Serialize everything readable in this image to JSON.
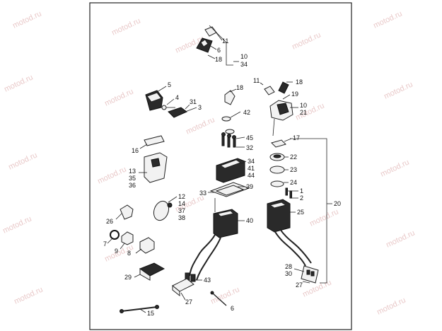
{
  "watermark": "motod.ru",
  "callouts": {
    "c11a": "11",
    "c6a": "6",
    "c18a": "18",
    "c10a": "10",
    "c34a": "34",
    "c5": "5",
    "c4": "4",
    "c31": "31",
    "c3": "3",
    "c11b": "11",
    "c18b": "18",
    "c18c": "18",
    "c19": "19",
    "c10b": "10",
    "c21": "21",
    "c42": "42",
    "c45": "45",
    "c32": "32",
    "c17": "17",
    "c16": "16",
    "c22": "22",
    "c23": "23",
    "c24": "24",
    "c1": "1",
    "c2": "2",
    "c25": "25",
    "c20": "20",
    "c34b": "34",
    "c41": "41",
    "c44": "44",
    "c13": "13",
    "c35": "35",
    "c36": "36",
    "c33": "33",
    "c39": "39",
    "c40": "40",
    "c12": "12",
    "c14": "14",
    "c37": "37",
    "c38": "38",
    "c26": "26",
    "c7": "7",
    "c9": "9",
    "c8": "8",
    "c29": "29",
    "c43": "43",
    "c27a": "27",
    "c28": "28",
    "c30": "30",
    "c27b": "27",
    "c6b": "6",
    "c15": "15"
  }
}
